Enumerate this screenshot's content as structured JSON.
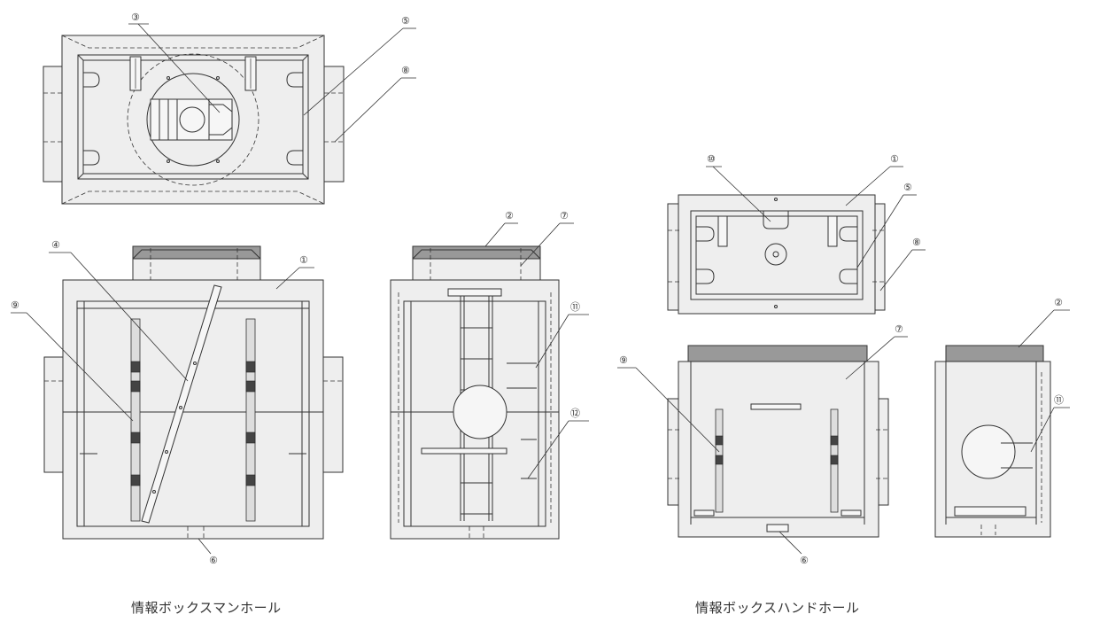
{
  "captions": {
    "manhole": "情報ボックスマンホール",
    "handhole": "情報ボックスハンドホール"
  },
  "callouts": {
    "manhole_top_3": "③",
    "manhole_top_5": "⑤",
    "manhole_top_8": "⑧",
    "manhole_front_4": "④",
    "manhole_front_1": "①",
    "manhole_front_9": "⑨",
    "manhole_front_6": "⑥",
    "manhole_side_2": "②",
    "manhole_side_7": "⑦",
    "manhole_side_11": "⑪",
    "manhole_side_12": "⑫",
    "handhole_top_10": "⑩",
    "handhole_top_1": "①",
    "handhole_top_5": "⑤",
    "handhole_top_8": "⑧",
    "handhole_front_7": "⑦",
    "handhole_front_9": "⑨",
    "handhole_front_6": "⑥",
    "handhole_side_2": "②",
    "handhole_side_11": "⑪"
  },
  "colors": {
    "body_fill": "#eeeeee",
    "cap_fill": "#999999",
    "line": "#333333"
  }
}
